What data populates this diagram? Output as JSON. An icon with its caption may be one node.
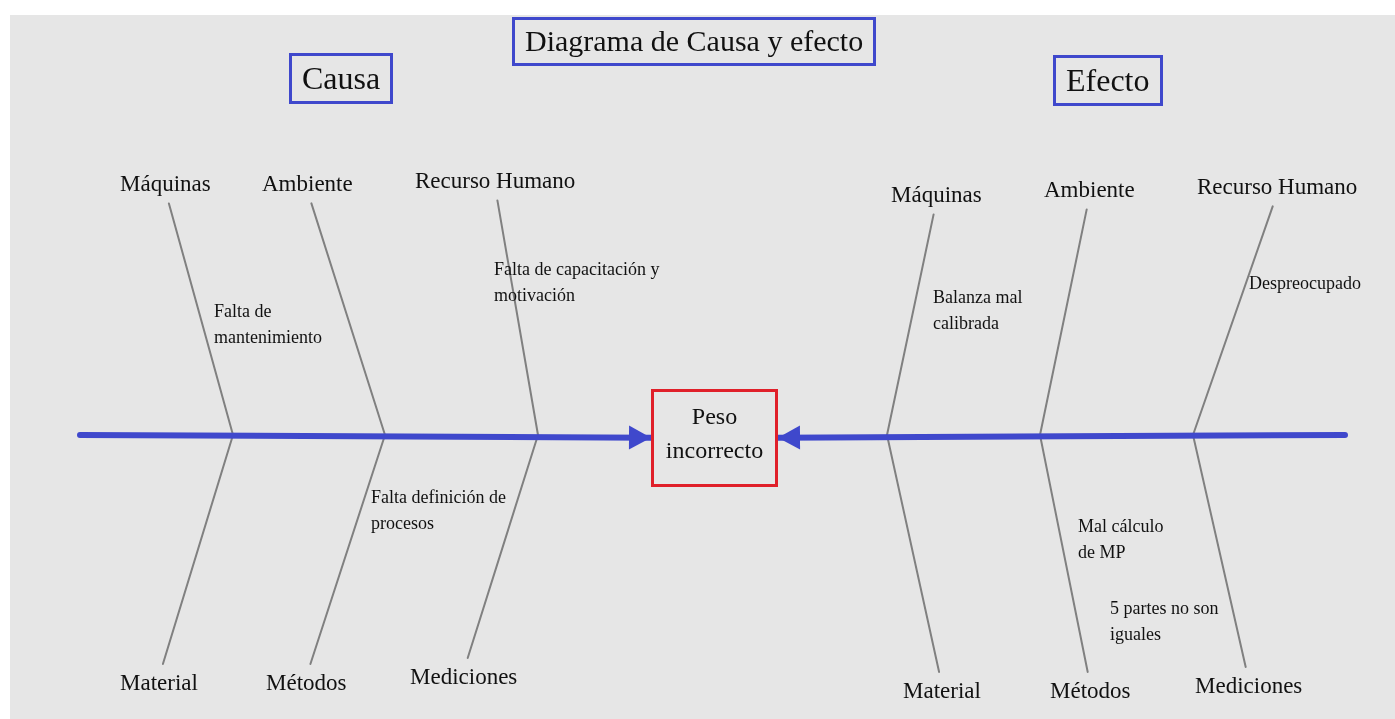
{
  "diagram": {
    "nodes": [
      {
        "text": [
          "Diagrama de Causa y efecto"
        ]
      },
      {
        "text": [
          "Causa"
        ]
      },
      {
        "text": [
          "Efecto"
        ]
      },
      {
        "text": [
          "Máquinas"
        ]
      },
      {
        "text": [
          "Ambiente"
        ]
      },
      {
        "text": [
          "Recurso Humano"
        ]
      },
      {
        "text": [
          "Máquinas"
        ]
      },
      {
        "text": [
          "Ambiente"
        ]
      },
      {
        "text": [
          "Recurso Humano"
        ]
      },
      {
        "text": [
          "Peso incorrecto"
        ]
      },
      {
        "text": [
          "Mediciones"
        ]
      },
      {
        "text": [
          "Material"
        ]
      },
      {
        "text": [
          "Métodos"
        ]
      },
      {
        "text": [
          "Mediciones"
        ]
      },
      {
        "text": [
          "Material"
        ]
      },
      {
        "text": [
          "Métodos"
        ]
      }
    ],
    "edges": [
      {
        "from": 3,
        "to": null,
        "arrow": "none"
      },
      {
        "from": 4,
        "to": null,
        "arrow": "none"
      },
      {
        "from": 5,
        "to": null,
        "arrow": "none"
      },
      {
        "from": 6,
        "to": null,
        "arrow": "none"
      },
      {
        "from": 7,
        "to": null,
        "arrow": "none"
      },
      {
        "from": 8,
        "to": null,
        "arrow": "none"
      },
      {
        "from": 11,
        "to": null,
        "arrow": "none"
      },
      {
        "from": 12,
        "to": null,
        "arrow": "none"
      },
      {
        "from": 10,
        "to": null,
        "arrow": "none"
      },
      {
        "from": 14,
        "to": null,
        "arrow": "none"
      },
      {
        "from": 15,
        "to": null,
        "arrow": "none"
      },
      {
        "from": 13,
        "to": null,
        "arrow": "none"
      },
      {
        "from": null,
        "to": 9,
        "arrow": "to",
        "style": "thick",
        "color": "#3f48cc"
      },
      {
        "from": null,
        "to": 9,
        "arrow": "to",
        "style": "thick",
        "color": "#3f48cc"
      }
    ],
    "labels": [
      "Falta de capacitación y motivación",
      "Despreocupado",
      "Balanza mal calibrada",
      "Falta de mantenimiento",
      "Falta definición de procesos",
      "Mal cálculo de MP",
      "5 partes no son iguales"
    ]
  }
}
